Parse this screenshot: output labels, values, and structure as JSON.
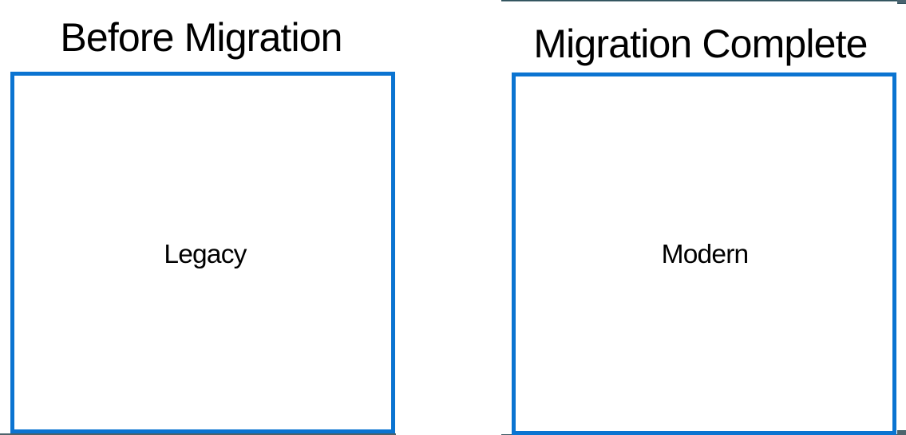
{
  "panels": {
    "before": {
      "title": "Before Migration",
      "box_label": "Legacy"
    },
    "after": {
      "title": "Migration Complete",
      "box_label": "Modern"
    }
  },
  "colors": {
    "box_border_blue": "#0b74d1",
    "window_edge_dark": "#2b4e59",
    "window_bottom_edge": "#4a5f66",
    "background": "#ffffff",
    "text": "#000000"
  }
}
